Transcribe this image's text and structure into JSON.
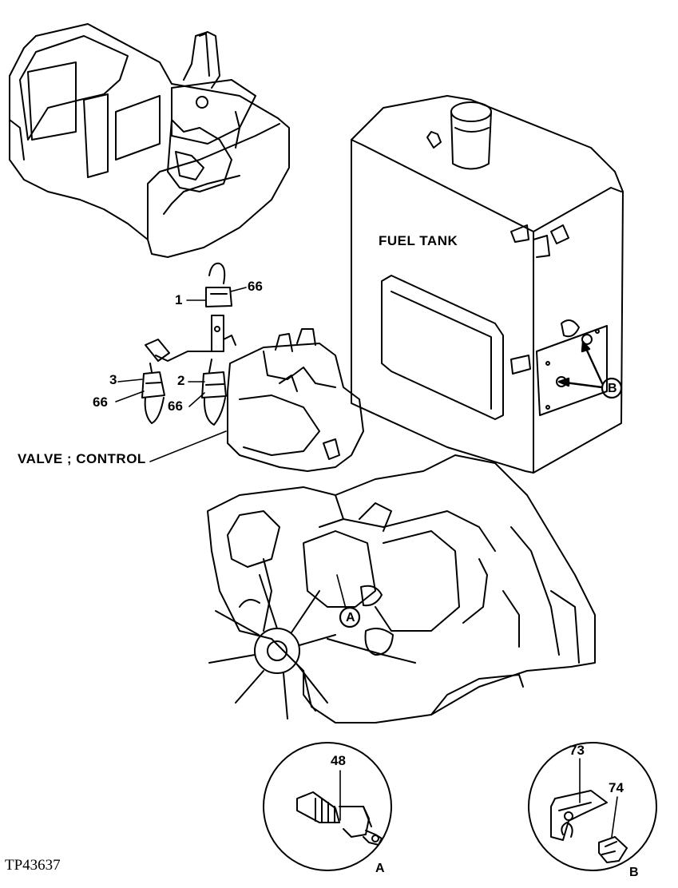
{
  "labels": {
    "fuel_tank": "FUEL TANK",
    "valve_control": "VALVE ; CONTROL",
    "part_1": "1",
    "part_2": "2",
    "part_3": "3",
    "part_66_a": "66",
    "part_66_b": "66",
    "part_66_c": "66",
    "part_48": "48",
    "part_73": "73",
    "part_74": "74",
    "callout_a": "A",
    "callout_b": "B",
    "detail_a": "A",
    "detail_b": "B",
    "figure_code": "TP43637"
  },
  "colors": {
    "ink": "#000000",
    "paper": "#ffffff"
  }
}
